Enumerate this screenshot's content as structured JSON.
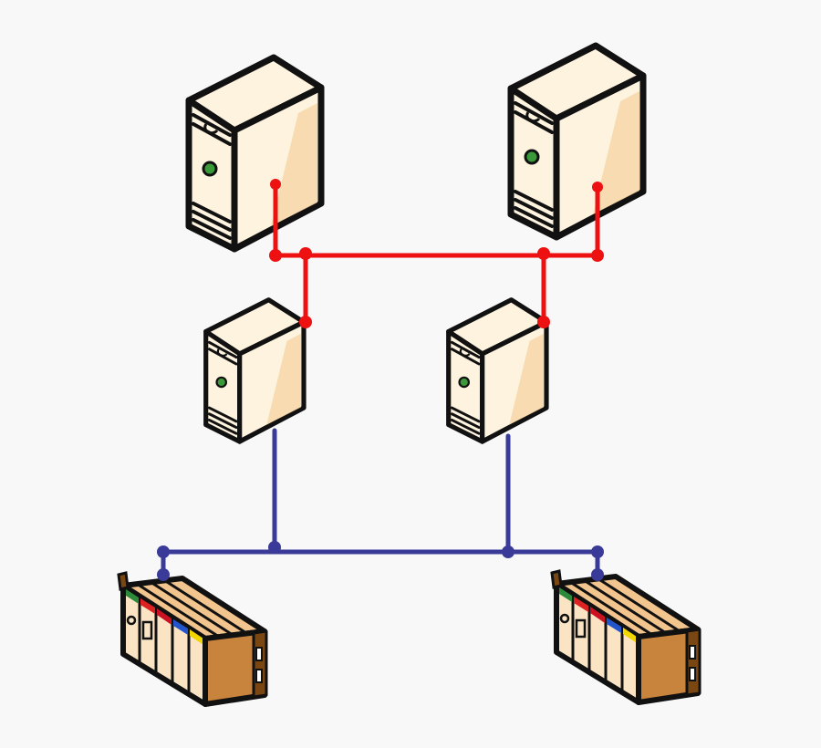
{
  "diagram": {
    "background": "#f8f8f8",
    "colors": {
      "upper_network": "#ee1111",
      "lower_network": "#3a3a99",
      "device_body": "#fdf3df",
      "device_shade": "#f7d6a8",
      "outline": "#111111",
      "status_led": "#3a9a3a",
      "plc_body": "#f2c48e",
      "plc_shade": "#c8843d",
      "plc_side": "#7a4612",
      "module_accents": [
        "#2c8a3a",
        "#dd2222",
        "#cc1122",
        "#2255cc",
        "#f2d600"
      ]
    },
    "nodes": [
      {
        "id": "server-top-left",
        "kind": "server",
        "icon": "tower-server-icon"
      },
      {
        "id": "server-top-right",
        "kind": "server",
        "icon": "tower-server-icon"
      },
      {
        "id": "server-mid-left",
        "kind": "server",
        "icon": "tower-server-icon"
      },
      {
        "id": "server-mid-right",
        "kind": "server",
        "icon": "tower-server-icon"
      },
      {
        "id": "plc-bottom-left",
        "kind": "plc",
        "icon": "plc-rack-icon"
      },
      {
        "id": "plc-bottom-right",
        "kind": "plc",
        "icon": "plc-rack-icon"
      }
    ],
    "networks": [
      {
        "id": "upper-network",
        "color_key": "upper_network",
        "connects": [
          "server-top-left",
          "server-top-right",
          "server-mid-left",
          "server-mid-right"
        ]
      },
      {
        "id": "lower-network",
        "color_key": "lower_network",
        "connects": [
          "server-mid-left",
          "server-mid-right",
          "plc-bottom-left",
          "plc-bottom-right"
        ]
      }
    ]
  }
}
